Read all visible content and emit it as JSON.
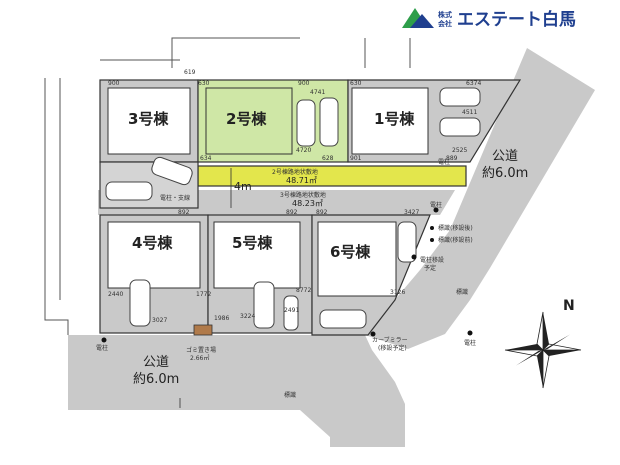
{
  "logo": {
    "company_prefix_1": "株式",
    "company_prefix_2": "会社",
    "company_name": "エステート白馬",
    "brand_color": "#1f3f8f",
    "accent_color": "#2e9e4a"
  },
  "lots": [
    {
      "id": "lot-3",
      "label": "3号棟"
    },
    {
      "id": "lot-2",
      "label": "2号棟",
      "highlighted": true
    },
    {
      "id": "lot-1",
      "label": "1号棟"
    },
    {
      "id": "lot-4",
      "label": "4号棟"
    },
    {
      "id": "lot-5",
      "label": "5号棟"
    },
    {
      "id": "lot-6",
      "label": "6号棟"
    }
  ],
  "easements": {
    "lot2_name": "2号棟路地状敷地",
    "lot2_area": "48.71㎡",
    "lot3_name": "3号棟路地状敷地",
    "lot3_area": "48.23㎡",
    "width": "4m"
  },
  "roads": {
    "east_label": "公道",
    "east_width": "約6.0m",
    "south_label": "公道",
    "south_width": "約6.0m"
  },
  "annotations": {
    "garbage_name": "ゴミ置き場",
    "garbage_area": "2.66㎡",
    "curve_mirror_1": "カーブミラー",
    "curve_mirror_2": "(移設予定)",
    "pole": "電柱",
    "pole_2": "電柱",
    "pole_3": "電柱",
    "pole_4": "電柱",
    "sign_move": "標識(移設後)",
    "sign_before": "標識(移設前)",
    "pole_relocate_1": "電柱移設",
    "pole_relocate_2": "予定",
    "marker": "標識",
    "marker_2": "標識",
    "pole_branch": "電柱・支線"
  },
  "dimensions": {
    "d900a": "900",
    "d630a": "630",
    "d619": "619",
    "d900b": "900",
    "d630b": "630",
    "d6374": "6374",
    "d4741": "4741",
    "d4720": "4720",
    "d4511": "4511",
    "d2525": "2525",
    "d889": "889",
    "d901": "901",
    "d628": "628",
    "d634": "634",
    "d892a": "892",
    "d892b": "892",
    "d892c": "892",
    "d3427": "3427",
    "d2440": "2440",
    "d3027": "3027",
    "d1772": "1772",
    "d1986": "1986",
    "d3224": "3224",
    "d8772": "8772",
    "d2491": "2491",
    "d3126": "3126"
  },
  "compass": {
    "north": "N"
  }
}
